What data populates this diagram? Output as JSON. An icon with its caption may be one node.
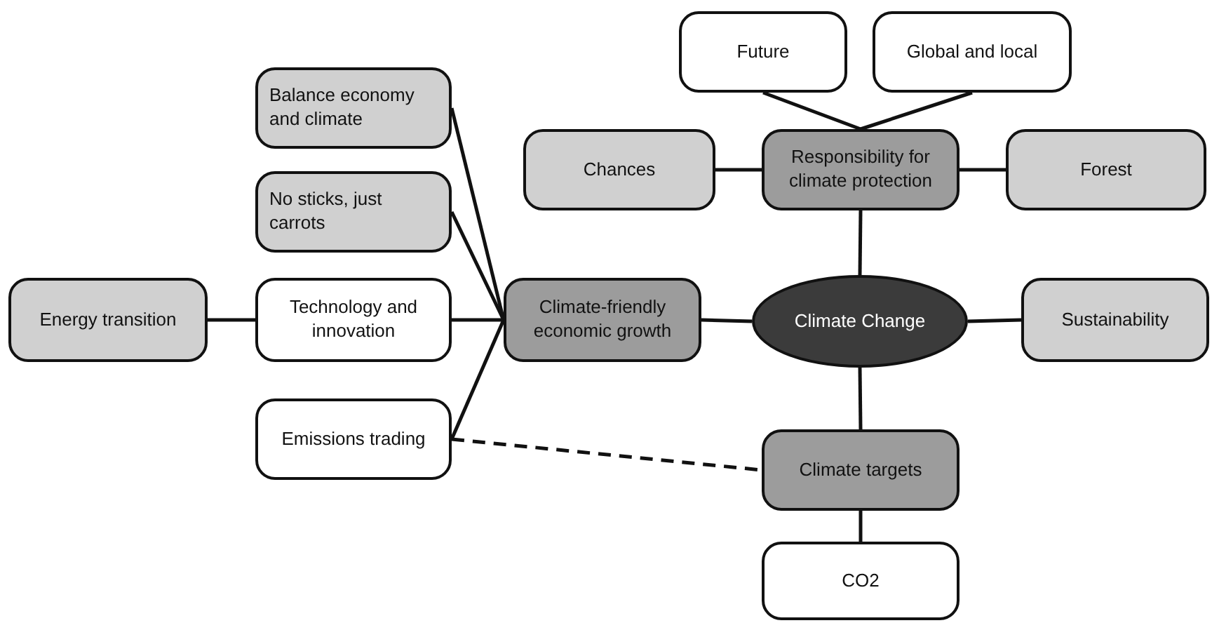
{
  "diagram": {
    "nodes": [
      {
        "text": [
          "Climate Change"
        ]
      },
      {
        "text": [
          "Responsibility for climate protection"
        ]
      },
      {
        "text": [
          "Future"
        ]
      },
      {
        "text": [
          "Global and local"
        ]
      },
      {
        "text": [
          "Chances"
        ]
      },
      {
        "text": [
          "Forest"
        ]
      },
      {
        "text": [
          "Sustainability"
        ]
      },
      {
        "text": [
          "Climate-friendly economic growth"
        ]
      },
      {
        "text": [
          "Balance economy and climate"
        ]
      },
      {
        "text": [
          "No sticks, just carrots"
        ]
      },
      {
        "text": [
          "Technology and innovation"
        ]
      },
      {
        "text": [
          "Energy transition"
        ]
      },
      {
        "text": [
          "Emissions trading"
        ]
      },
      {
        "text": [
          "Climate targets"
        ]
      },
      {
        "text": [
          "CO2"
        ]
      }
    ],
    "edges": [
      {
        "from": 0,
        "to": 1,
        "arrow": "none"
      },
      {
        "from": 2,
        "to": 1,
        "arrow": "none"
      },
      {
        "from": 3,
        "to": 1,
        "arrow": "none"
      },
      {
        "from": 4,
        "to": 1,
        "arrow": "none"
      },
      {
        "from": 1,
        "to": 5,
        "arrow": "none"
      },
      {
        "from": 0,
        "to": 6,
        "arrow": "none"
      },
      {
        "from": 7,
        "to": 0,
        "arrow": "none"
      },
      {
        "from": 8,
        "to": 7,
        "arrow": "none"
      },
      {
        "from": 9,
        "to": 7,
        "arrow": "none"
      },
      {
        "from": 10,
        "to": 7,
        "arrow": "none"
      },
      {
        "from": 12,
        "to": 7,
        "arrow": "none"
      },
      {
        "from": 11,
        "to": 10,
        "arrow": "none"
      },
      {
        "from": 0,
        "to": 13,
        "arrow": "none"
      },
      {
        "from": 13,
        "to": 14,
        "arrow": "none"
      },
      {
        "from": 12,
        "to": 13,
        "arrow": "none",
        "style": "dashed"
      }
    ]
  }
}
